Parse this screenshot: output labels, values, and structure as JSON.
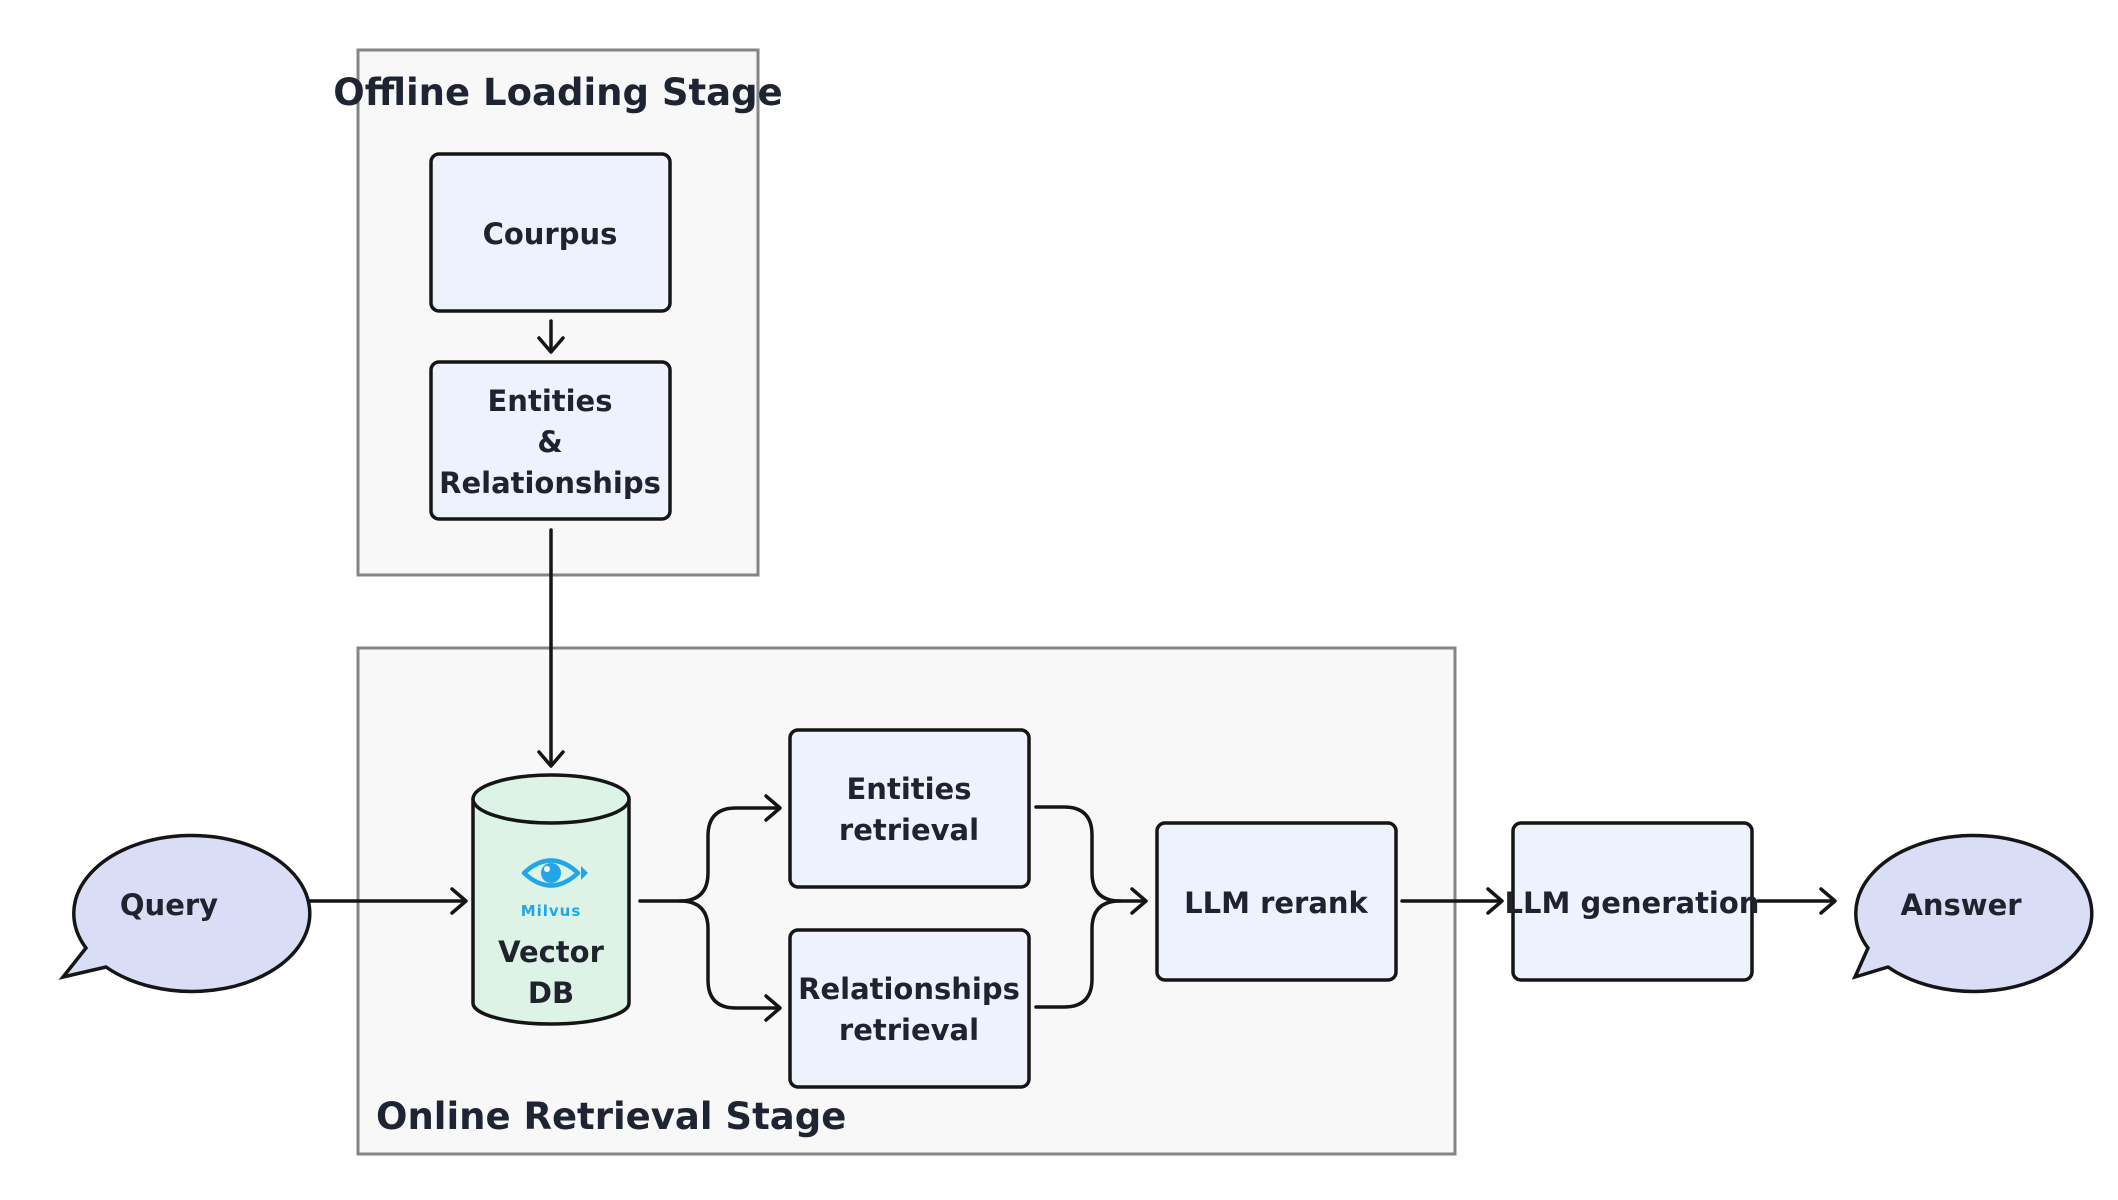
{
  "stages": {
    "offline": {
      "title": "Offline Loading Stage"
    },
    "online": {
      "title": "Online Retrieval Stage"
    }
  },
  "nodes": {
    "corpus": {
      "label": "Courpus"
    },
    "entities_relationships": {
      "lines": [
        "Entities",
        "&",
        "Relationships"
      ]
    },
    "vector_db": {
      "brand": "Milvus",
      "lines": [
        "Vector",
        "DB"
      ]
    },
    "entities_retrieval": {
      "lines": [
        "Entities",
        "retrieval"
      ]
    },
    "relationships_retrieval": {
      "lines": [
        "Relationships",
        "retrieval"
      ]
    },
    "llm_rerank": {
      "label": "LLM rerank"
    },
    "llm_generation": {
      "label": "LLM generation"
    },
    "query": {
      "label": "Query"
    },
    "answer": {
      "label": "Answer"
    }
  },
  "colors": {
    "stage_fill": "#f8f8f8",
    "stage_border": "#858585",
    "node_fill": "#eef2fd",
    "bubble_fill": "#d9def6",
    "db_fill": "#dcf3e6",
    "milvus_blue": "#23a6e8",
    "stroke": "#151515"
  },
  "icons": {
    "milvus_logo": "eye-icon"
  }
}
